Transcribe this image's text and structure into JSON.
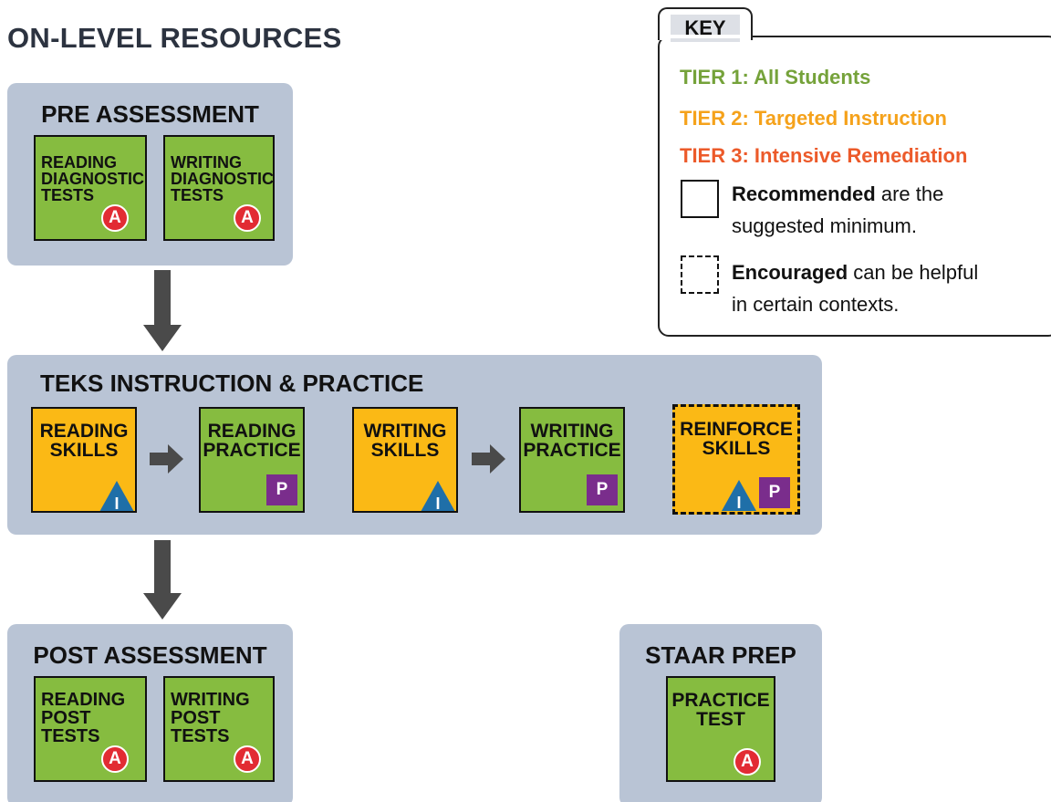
{
  "title": "ON-LEVEL RESOURCES",
  "key": {
    "label": "KEY",
    "tiers": [
      {
        "text": "TIER 1: All Students",
        "color": "#75a23a"
      },
      {
        "text": "TIER 2: Targeted Instruction",
        "color": "#f5a21b"
      },
      {
        "text": "TIER 3: Intensive Remediation",
        "color": "#ec5a2a"
      }
    ],
    "recommended": {
      "term": "Recommended",
      "rest": " are the\nsuggested minimum."
    },
    "encouraged": {
      "term": "Encouraged",
      "rest": " can be helpful\nin certain contexts."
    }
  },
  "pre": {
    "title": "PRE ASSESSMENT",
    "cards": [
      {
        "label": "READING\nDIAGNOSTIC\nTESTS",
        "badge": "A"
      },
      {
        "label": "WRITING\nDIAGNOSTIC\nTESTS",
        "badge": "A"
      }
    ]
  },
  "teks": {
    "title": "TEKS INSTRUCTION & PRACTICE",
    "cards": [
      {
        "label": "READING\nSKILLS",
        "badge": "I"
      },
      {
        "label": "READING\nPRACTICE",
        "badge": "P"
      },
      {
        "label": "WRITING\nSKILLS",
        "badge": "I"
      },
      {
        "label": "WRITING\nPRACTICE",
        "badge": "P"
      },
      {
        "label": "REINFORCE\nSKILLS",
        "badge_i": "I",
        "badge_p": "P"
      }
    ]
  },
  "post": {
    "title": "POST ASSESSMENT",
    "cards": [
      {
        "label": "READING\nPOST\nTESTS",
        "badge": "A"
      },
      {
        "label": "WRITING\nPOST\nTESTS",
        "badge": "A"
      }
    ]
  },
  "staar": {
    "title": "STAAR PREP",
    "cards": [
      {
        "label": "PRACTICE\nTEST",
        "badge": "A"
      }
    ]
  }
}
